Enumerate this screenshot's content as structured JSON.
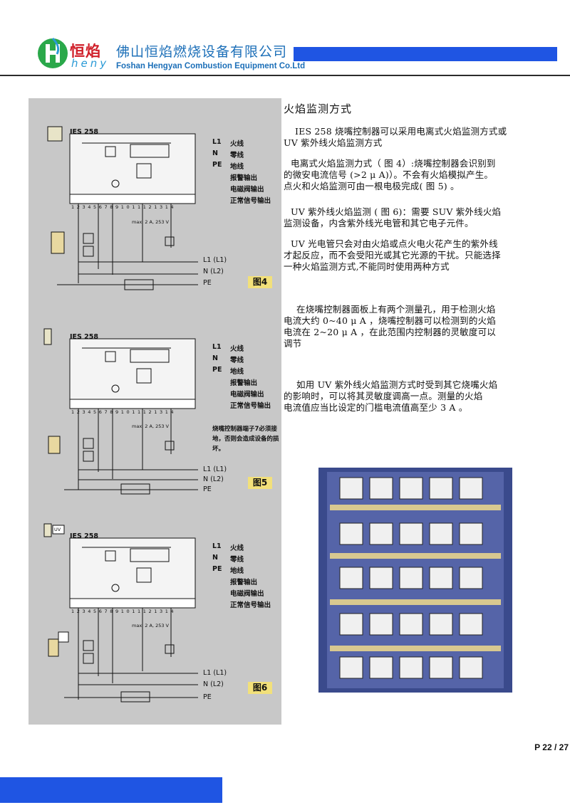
{
  "header": {
    "brand_cn": "恒焰",
    "brand_en": "heny",
    "company_cn": "佛山恒焰燃烧设备有限公司",
    "company_en": "Foshan Hengyan Combustion Equipment Co.Ltd",
    "accent": "#1f55e3"
  },
  "diagrams": [
    {
      "model": "IES 258",
      "legend": [
        "L1",
        "火线",
        "N",
        "零线",
        "PE",
        "地线",
        "报警输出",
        "电磁阀输出",
        "正常信号输出"
      ],
      "terminals": [
        "1",
        "2",
        "3",
        "4",
        "5",
        "6",
        "7",
        "8",
        "9",
        "10",
        "11",
        "12",
        "13",
        "14"
      ],
      "max_label": "max. 2 A, 253 V",
      "mains": [
        "L1 (L1)",
        "N (L2)",
        "PE"
      ],
      "fig": "图4"
    },
    {
      "model": "IES 258",
      "legend": [
        "L1",
        "火线",
        "N",
        "零线",
        "PE",
        "地线",
        "报警输出",
        "电磁阀输出",
        "正常信号输出"
      ],
      "terminals": [
        "1",
        "2",
        "3",
        "4",
        "5",
        "6",
        "7",
        "8",
        "9",
        "10",
        "11",
        "12",
        "13",
        "14"
      ],
      "max_label": "max. 2 A, 253 V",
      "mains": [
        "L1 (L1)",
        "N (L2)",
        "PE"
      ],
      "note": "烧嘴控制器端子7必须接地，否则会造成设备的损坏。",
      "fig": "图5"
    },
    {
      "model": "IES 258",
      "legend": [
        "L1",
        "火线",
        "N",
        "零线",
        "PE",
        "地线",
        "报警输出",
        "电磁阀输出",
        "正常信号输出"
      ],
      "terminals": [
        "1",
        "2",
        "3",
        "4",
        "5",
        "6",
        "7",
        "8",
        "9",
        "10",
        "11",
        "12",
        "13",
        "14"
      ],
      "max_label": "max. 2 A, 253 V",
      "mains": [
        "L1 (L1)",
        "N (L2)",
        "PE"
      ],
      "uv": "UV",
      "fig": "图6"
    }
  ],
  "content": {
    "title": "火焰监测方式",
    "p1": [
      "IES 258 烧嘴控制器可以采用电离式火焰监测方式或",
      "UV 紫外线火焰监测方式"
    ],
    "p2": [
      "电离式火焰监测力式（ 图 4）:烧嘴控制器会识别到",
      "的微安电流信号 (>2 μ A)）。不会有火焰模拟产生。",
      "点火和火焰监测可由一根电极完成( 图 5) 。"
    ],
    "p3": [
      "UV 紫外线火焰监测 ( 图 6)：需要 SUV 紫外线火焰",
      "监测设备，内含紫外线光电管和其它电子元件。"
    ],
    "p4": [
      "UV 光电管只会对由火焰或点火电火花产生的紫外线",
      "才起反应，而不会受阳光或其它光源的干扰。只能选择",
      "一种火焰监测方式,不能同时使用两种方式"
    ],
    "p5": [
      "在烧嘴控制器面板上有两个测量孔，用于检测火焰",
      "电流大约 0~40 μ A ，烧嘴控制器可以检测到的火焰",
      "电流在 2~20 μ A ，在此范围内控制器的灵敏度可以",
      "调节"
    ],
    "p6": [
      "如用 UV 紫外线火焰监测方式时受到其它烧嘴火焰",
      "的影响时，可以将其灵敏度调高一点。测量的火焰",
      "电流值应当比设定的门槛电流值高至少 3 A 。"
    ]
  },
  "page_number": "P 22 / 27"
}
